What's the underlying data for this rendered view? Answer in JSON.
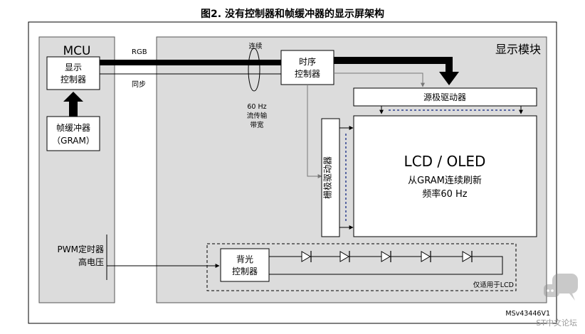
{
  "figure": {
    "title": "图2. 没有控制器和帧缓冲器的显示屏架构"
  },
  "mcu": {
    "label": "MCU",
    "display_controller": [
      "显示",
      "控制器"
    ],
    "frame_buffer": [
      "帧缓冲器",
      "（GRAM）"
    ],
    "pwm_timer": "PWM定时器",
    "high_voltage": "高电压"
  },
  "signals": {
    "rgb": "RGB",
    "sync": "同步",
    "continuous": "连续",
    "bandwidth": [
      "60 Hz",
      "流传输",
      "带宽"
    ]
  },
  "display_module": {
    "label": "显示模块",
    "timing_controller": [
      "时序",
      "控制器"
    ],
    "source_driver": "源极驱动器",
    "gate_driver": "栅极驱动器",
    "panel": {
      "title": "LCD / OLED",
      "line1": "从GRAM连续刷新",
      "line2": "频率60 Hz"
    },
    "backlight_controller": [
      "背光",
      "控制器"
    ],
    "lcd_only_note": "仅适用于LCD"
  },
  "figure_code": "MSv43446V1",
  "watermark": "ST中文论坛"
}
